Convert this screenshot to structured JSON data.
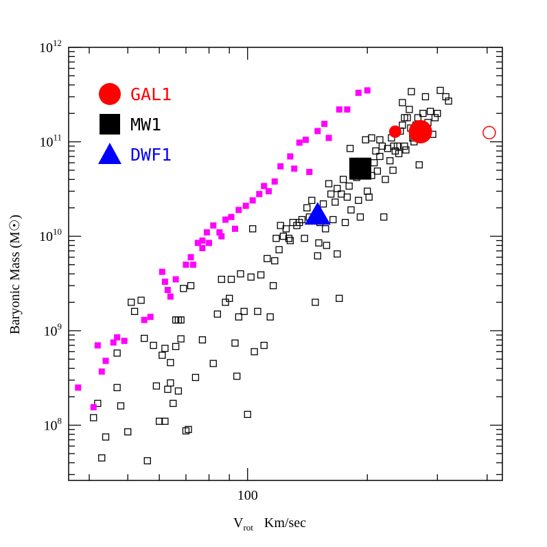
{
  "chart_data": {
    "type": "scatter",
    "xlabel": {
      "main": "V",
      "sub": "rot",
      "unit": "Km/sec"
    },
    "ylabel": "Baryonic Mass (M☉)",
    "x_scale": "log",
    "y_scale": "log",
    "xlim": [
      35.5,
      437
    ],
    "ylim": [
      26000000.0,
      1000000000000.0
    ],
    "x_tick_labels": [
      {
        "value": 100,
        "label": "100"
      }
    ],
    "y_tick_labels": [
      {
        "value": 100000000.0,
        "base": "10",
        "exp": "8"
      },
      {
        "value": 1000000000.0,
        "base": "10",
        "exp": "9"
      },
      {
        "value": 10000000000.0,
        "base": "10",
        "exp": "10"
      },
      {
        "value": 100000000000.0,
        "base": "10",
        "exp": "11"
      },
      {
        "value": 1000000000000.0,
        "base": "10",
        "exp": "12"
      }
    ],
    "grid": false,
    "legend_position": "top-left",
    "legend": [
      {
        "label": "GAL1",
        "marker": "circle",
        "color": "#ff0000"
      },
      {
        "label": "MW1",
        "marker": "square",
        "color": "#000000"
      },
      {
        "label": "DWF1",
        "marker": "triangle",
        "color": "#0000ff"
      }
    ],
    "colors": {
      "observed": "#000000",
      "simulated": "#ff00ff",
      "gal1": "#ff0000",
      "mw1": "#000000",
      "dwf1": "#0000ff"
    },
    "series": [
      {
        "marker": "open-square",
        "color": "#000000",
        "points": [
          [
            42,
            170000000.0
          ],
          [
            41,
            120000000.0
          ],
          [
            43,
            45000000.0
          ],
          [
            44,
            75000000.0
          ],
          [
            47,
            580000000.0
          ],
          [
            47,
            250000000.0
          ],
          [
            48,
            160000000.0
          ],
          [
            50,
            85000000.0
          ],
          [
            51,
            2000000000.0
          ],
          [
            52,
            1600000000.0
          ],
          [
            54,
            2100000000.0
          ],
          [
            55,
            830000000.0
          ],
          [
            56,
            42000000.0
          ],
          [
            58,
            700000000.0
          ],
          [
            59,
            260000000.0
          ],
          [
            60,
            110000000.0
          ],
          [
            61,
            550000000.0
          ],
          [
            62,
            110000000.0
          ],
          [
            62,
            650000000.0
          ],
          [
            63,
            240000000.0
          ],
          [
            64,
            460000000.0
          ],
          [
            64,
            280000000.0
          ],
          [
            65,
            170000000.0
          ],
          [
            66,
            1300000000.0
          ],
          [
            66,
            680000000.0
          ],
          [
            67,
            1300000000.0
          ],
          [
            67,
            230000000.0
          ],
          [
            68,
            1300000000.0
          ],
          [
            68,
            820000000.0
          ],
          [
            69,
            2800000000.0
          ],
          [
            70,
            87000000.0
          ],
          [
            71,
            90000000.0
          ],
          [
            72,
            3000000000.0
          ],
          [
            74,
            320000000.0
          ],
          [
            77,
            800000000.0
          ],
          [
            82,
            450000000.0
          ],
          [
            84,
            1500000000.0
          ],
          [
            86,
            3500000000.0
          ],
          [
            88,
            2000000000.0
          ],
          [
            90,
            2200000000.0
          ],
          [
            91,
            3500000000.0
          ],
          [
            93,
            740000000.0
          ],
          [
            94,
            330000000.0
          ],
          [
            95,
            1400000000.0
          ],
          [
            96,
            4000000000.0
          ],
          [
            98,
            1600000000.0
          ],
          [
            100,
            130000000.0
          ],
          [
            102,
            3700000000.0
          ],
          [
            103,
            12000000000.0
          ],
          [
            104,
            600000000.0
          ],
          [
            106,
            1600000000.0
          ],
          [
            108,
            3900000000.0
          ],
          [
            110,
            700000000.0
          ],
          [
            112,
            5800000000.0
          ],
          [
            114,
            1400000000.0
          ],
          [
            116,
            3000000000.0
          ],
          [
            117,
            5500000000.0
          ],
          [
            118,
            9500000000.0
          ],
          [
            120,
            7200000000.0
          ],
          [
            121,
            13000000000.0
          ],
          [
            123,
            10000000000.0
          ],
          [
            125,
            12000000000.0
          ],
          [
            127,
            9500000000.0
          ],
          [
            130,
            14000000000.0
          ],
          [
            133,
            13000000000.0
          ],
          [
            135,
            14000000000.0
          ],
          [
            137,
            15000000000.0
          ],
          [
            139,
            9500000000.0
          ],
          [
            141,
            20000000000.0
          ],
          [
            143,
            16000000000.0
          ],
          [
            145,
            24000000000.0
          ],
          [
            148,
            2000000000.0
          ],
          [
            150,
            6200000000.0
          ],
          [
            152,
            14000000000.0
          ],
          [
            155,
            22000000000.0
          ],
          [
            157,
            12000000000.0
          ],
          [
            158,
            8000000000.0
          ],
          [
            160,
            36000000000.0
          ],
          [
            162,
            28000000000.0
          ],
          [
            164,
            15000000000.0
          ],
          [
            166,
            23000000000.0
          ],
          [
            168,
            32000000000.0
          ],
          [
            170,
            2200000000.0
          ],
          [
            172,
            28000000000.0
          ],
          [
            174,
            40000000000.0
          ],
          [
            176,
            14000000000.0
          ],
          [
            178,
            26000000000.0
          ],
          [
            180,
            34000000000.0
          ],
          [
            182,
            19000000000.0
          ],
          [
            185,
            50000000000.0
          ],
          [
            188,
            42000000000.0
          ],
          [
            190,
            24000000000.0
          ],
          [
            192,
            16000000000.0
          ],
          [
            194,
            60000000000.0
          ],
          [
            196,
            45000000000.0
          ],
          [
            198,
            55000000000.0
          ],
          [
            200,
            30000000000.0
          ],
          [
            202,
            26000000000.0
          ],
          [
            205,
            44000000000.0
          ],
          [
            208,
            60000000000.0
          ],
          [
            210,
            80000000000.0
          ],
          [
            212,
            49000000000.0
          ],
          [
            215,
            70000000000.0
          ],
          [
            218,
            90000000000.0
          ],
          [
            220,
            16000000000.0
          ],
          [
            222,
            40000000000.0
          ],
          [
            225,
            85000000000.0
          ],
          [
            228,
            63000000000.0
          ],
          [
            230,
            110000000000.0
          ],
          [
            232,
            50000000000.0
          ],
          [
            235,
            80000000000.0
          ],
          [
            238,
            90000000000.0
          ],
          [
            240,
            75000000000.0
          ],
          [
            242,
            130000000000.0
          ],
          [
            245,
            150000000000.0
          ],
          [
            248,
            90000000000.0
          ],
          [
            250,
            82000000000.0
          ],
          [
            252,
            180000000000.0
          ],
          [
            255,
            220000000000.0
          ],
          [
            257,
            140000000000.0
          ],
          [
            260,
            110000000000.0
          ],
          [
            262,
            100000000000.0
          ],
          [
            265,
            150000000000.0
          ],
          [
            268,
            180000000000.0
          ],
          [
            270,
            57000000000.0
          ],
          [
            273,
            150000000000.0
          ],
          [
            276,
            200000000000.0
          ],
          [
            280,
            300000000000.0
          ],
          [
            284,
            160000000000.0
          ],
          [
            288,
            210000000000.0
          ],
          [
            292,
            120000000000.0
          ],
          [
            296,
            180000000000.0
          ],
          [
            300,
            200000000000.0
          ],
          [
            305,
            350000000000.0
          ],
          [
            315,
            300000000000.0
          ],
          [
            320,
            270000000000.0
          ],
          [
            258,
            340000000000.0
          ],
          [
            245,
            260000000000.0
          ],
          [
            248,
            180000000000.0
          ],
          [
            205,
            110000000000.0
          ],
          [
            128,
            9000000000.0
          ],
          [
            233,
            90000000000.0
          ],
          [
            198,
            105000000000.0
          ],
          [
            181,
            85000000000.0
          ],
          [
            151,
            8500000000.0
          ],
          [
            168,
            6500000000.0
          ],
          [
            215,
            105000000000.0
          ]
        ]
      },
      {
        "marker": "filled-square",
        "color": "#ff00ff",
        "points": [
          [
            37.5,
            250000000.0
          ],
          [
            41,
            155000000.0
          ],
          [
            42,
            700000000.0
          ],
          [
            43,
            370000000.0
          ],
          [
            44,
            480000000.0
          ],
          [
            46,
            750000000.0
          ],
          [
            47,
            850000000.0
          ],
          [
            49,
            780000000.0
          ],
          [
            55,
            1300000000.0
          ],
          [
            57,
            1400000000.0
          ],
          [
            61,
            4200000000.0
          ],
          [
            62,
            3300000000.0
          ],
          [
            63,
            2700000000.0
          ],
          [
            64,
            2300000000.0
          ],
          [
            66,
            3500000000.0
          ],
          [
            70,
            5000000000.0
          ],
          [
            72,
            6000000000.0
          ],
          [
            73,
            5000000000.0
          ],
          [
            75,
            8500000000.0
          ],
          [
            77,
            9000000000.0
          ],
          [
            77,
            7500000000.0
          ],
          [
            79,
            11000000000.0
          ],
          [
            80,
            8500000000.0
          ],
          [
            82,
            13000000000.0
          ],
          [
            85,
            11000000000.0
          ],
          [
            86,
            10000000000.0
          ],
          [
            88,
            15000000000.0
          ],
          [
            91,
            16000000000.0
          ],
          [
            93,
            12000000000.0
          ],
          [
            95,
            19000000000.0
          ],
          [
            99,
            21000000000.0
          ],
          [
            103,
            24000000000.0
          ],
          [
            107,
            28000000000.0
          ],
          [
            110,
            34000000000.0
          ],
          [
            113,
            30000000000.0
          ],
          [
            117,
            38000000000.0
          ],
          [
            121,
            55000000000.0
          ],
          [
            128,
            70000000000.0
          ],
          [
            135,
            98000000000.0
          ],
          [
            140,
            105000000000.0
          ],
          [
            150,
            130000000000.0
          ],
          [
            156,
            155000000000.0
          ],
          [
            170,
            220000000000.0
          ],
          [
            178,
            220000000000.0
          ],
          [
            190,
            330000000000.0
          ],
          [
            200,
            350000000000.0
          ],
          [
            160,
            110000000000.0
          ],
          [
            143,
            48000000000.0
          ],
          [
            131,
            52000000000.0
          ]
        ]
      },
      {
        "marker": "open-circle",
        "color": "#ff0000",
        "points": [
          [
            405,
            125000000000.0
          ]
        ]
      },
      {
        "marker": "filled-circle",
        "color": "#ff0000",
        "points": [
          [
            235,
            128000000000.0
          ],
          [
            272,
            128000000000.0
          ]
        ],
        "size": [
          1,
          2
        ]
      },
      {
        "marker": "filled-square-large",
        "color": "#000000",
        "points": [
          [
            192,
            52000000000.0
          ]
        ]
      },
      {
        "marker": "filled-triangle-large",
        "color": "#0000ff",
        "points": [
          [
            150,
            16500000000.0
          ]
        ]
      }
    ]
  }
}
